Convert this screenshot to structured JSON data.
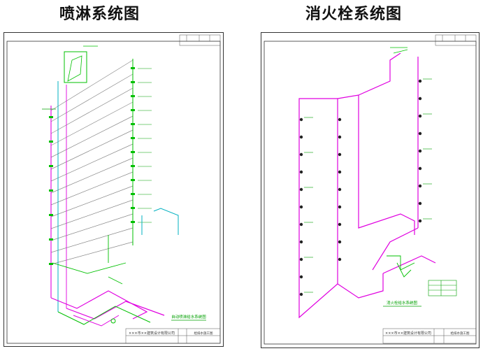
{
  "left": {
    "title": "喷淋系统图",
    "legend": "自动喷淋给水系统图",
    "company": "×××市××建筑设计有限公司",
    "sheet_label": "给排水施工图"
  },
  "right": {
    "title": "消火栓系统图",
    "legend": "消火栓给水系统图",
    "company": "×××市××建筑设计有限公司",
    "sheet_label": "给排水施工图"
  },
  "colors": {
    "border": "#333333",
    "pipe_magenta": "#e000e0",
    "pipe_green": "#00c000",
    "pipe_cyan": "#00b0c0",
    "pipe_gray": "#8a8a8a",
    "label_green": "#00a000"
  }
}
